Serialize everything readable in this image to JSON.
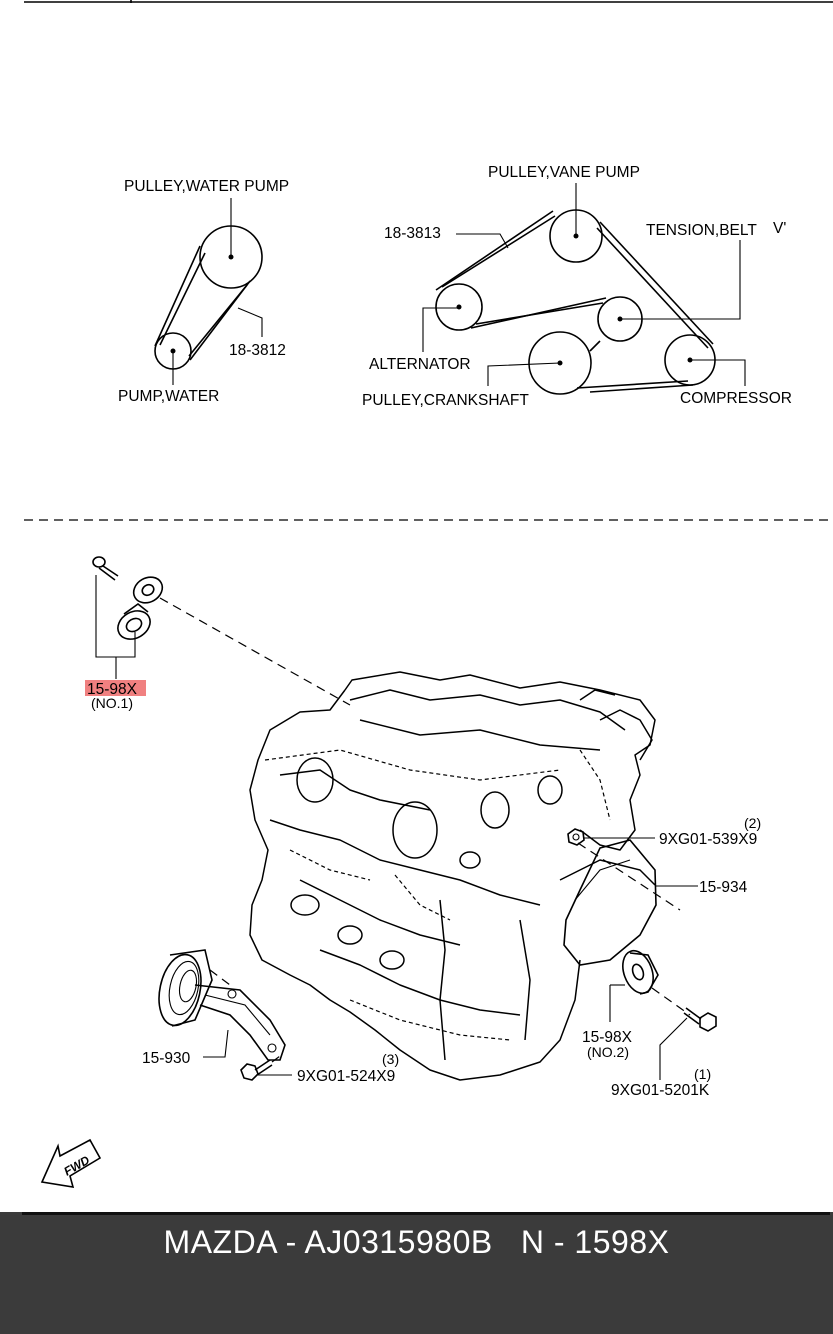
{
  "belt_diagram_1": {
    "pulley_water_pump": "PULLEY,WATER PUMP",
    "belt_part": "18-3812",
    "pump_water": "PUMP,WATER"
  },
  "belt_diagram_2": {
    "pulley_vane_pump": "PULLEY,VANE PUMP",
    "belt_part": "18-3813",
    "tension_belt": "TENSION,BELT",
    "tension_belt_suffix": "V'",
    "alternator": "ALTERNATOR",
    "pulley_crankshaft": "PULLEY,CRANKSHAFT",
    "compressor": "COMPRESSOR"
  },
  "exploded_view": {
    "idler_no1": {
      "part": "15-98X",
      "note": "(NO.1)",
      "highlight_color": "#f08080"
    },
    "bolt_upper": {
      "index": "(2)",
      "part": "9XG01-539X9"
    },
    "cover_part": "15-934",
    "idler_no2": {
      "part": "15-98X",
      "note": "(NO.2)"
    },
    "bolt_lower_right": {
      "index": "(1)",
      "part": "9XG01-5201K"
    },
    "tensioner_part": "15-930",
    "bolt_lower_left": {
      "index": "(3)",
      "part": "9XG01-524X9"
    },
    "fwd_icon": "fwd-arrow-icon",
    "fwd_label": "FWD"
  },
  "footer": {
    "title": "MAZDA - AJ0315980B   N - 1598X",
    "background": "#3b3b3b"
  }
}
